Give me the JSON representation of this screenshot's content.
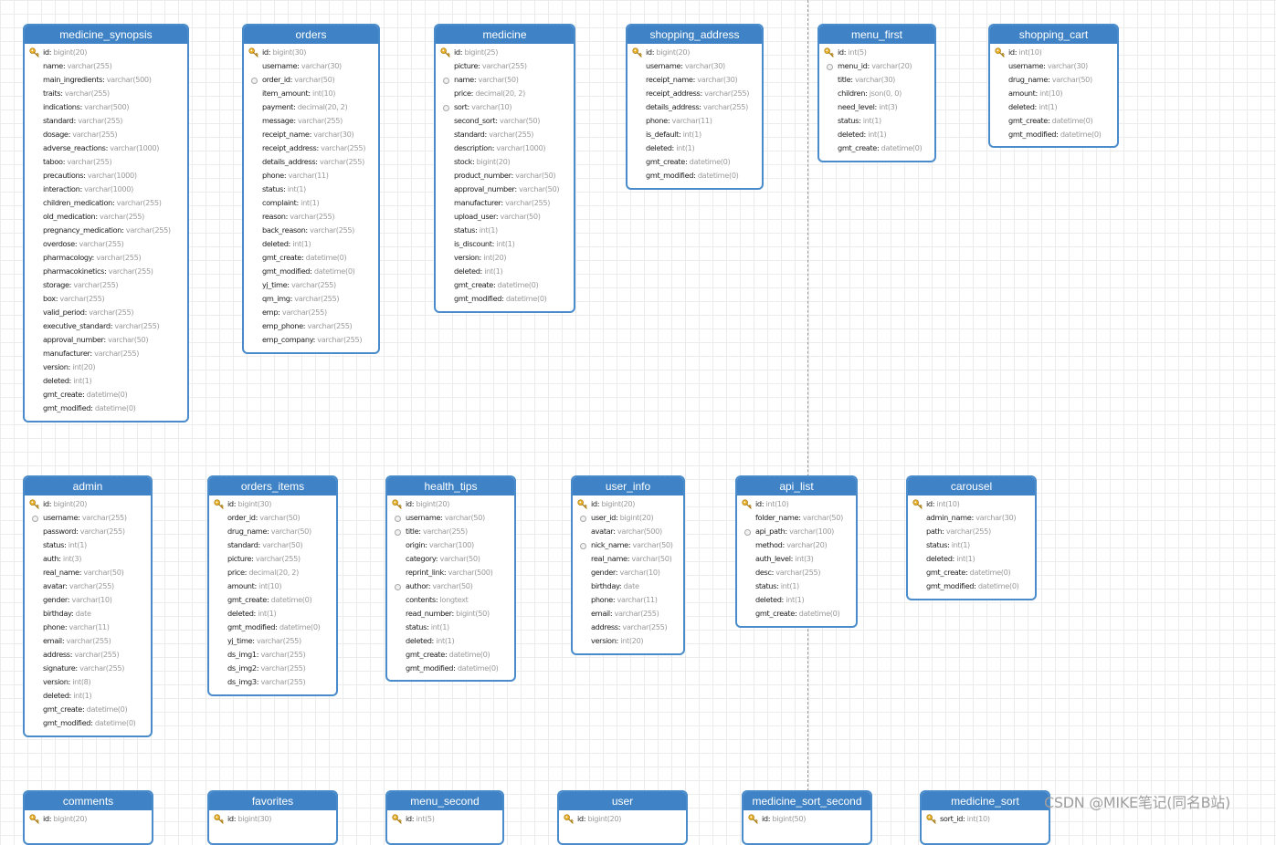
{
  "tables": [
    {
      "name": "medicine_synopsis",
      "columns": [
        {
          "name": "id",
          "type": "bigint(20)",
          "pk": true
        },
        {
          "name": "name",
          "type": "varchar(255)"
        },
        {
          "name": "main_ingredients",
          "type": "varchar(500)"
        },
        {
          "name": "traits",
          "type": "varchar(255)"
        },
        {
          "name": "indications",
          "type": "varchar(500)"
        },
        {
          "name": "standard",
          "type": "varchar(255)"
        },
        {
          "name": "dosage",
          "type": "varchar(255)"
        },
        {
          "name": "adverse_reactions",
          "type": "varchar(1000)"
        },
        {
          "name": "taboo",
          "type": "varchar(255)"
        },
        {
          "name": "precautions",
          "type": "varchar(1000)"
        },
        {
          "name": "interaction",
          "type": "varchar(1000)"
        },
        {
          "name": "children_medication",
          "type": "varchar(255)"
        },
        {
          "name": "old_medication",
          "type": "varchar(255)"
        },
        {
          "name": "pregnancy_medication",
          "type": "varchar(255)"
        },
        {
          "name": "overdose",
          "type": "varchar(255)"
        },
        {
          "name": "pharmacology",
          "type": "varchar(255)"
        },
        {
          "name": "pharmacokinetics",
          "type": "varchar(255)"
        },
        {
          "name": "storage",
          "type": "varchar(255)"
        },
        {
          "name": "box",
          "type": "varchar(255)"
        },
        {
          "name": "valid_period",
          "type": "varchar(255)"
        },
        {
          "name": "executive_standard",
          "type": "varchar(255)"
        },
        {
          "name": "approval_number",
          "type": "varchar(50)"
        },
        {
          "name": "manufacturer",
          "type": "varchar(255)"
        },
        {
          "name": "version",
          "type": "int(20)"
        },
        {
          "name": "deleted",
          "type": "int(1)"
        },
        {
          "name": "gmt_create",
          "type": "datetime(0)"
        },
        {
          "name": "gmt_modified",
          "type": "datetime(0)"
        }
      ]
    },
    {
      "name": "orders",
      "columns": [
        {
          "name": "id",
          "type": "bigint(30)",
          "pk": true
        },
        {
          "name": "username",
          "type": "varchar(30)"
        },
        {
          "name": "order_id",
          "type": "varchar(50)",
          "idx": true
        },
        {
          "name": "item_amount",
          "type": "int(10)"
        },
        {
          "name": "payment",
          "type": "decimal(20, 2)"
        },
        {
          "name": "message",
          "type": "varchar(255)"
        },
        {
          "name": "receipt_name",
          "type": "varchar(30)"
        },
        {
          "name": "receipt_address",
          "type": "varchar(255)"
        },
        {
          "name": "details_address",
          "type": "varchar(255)"
        },
        {
          "name": "phone",
          "type": "varchar(11)"
        },
        {
          "name": "status",
          "type": "int(1)"
        },
        {
          "name": "complaint",
          "type": "int(1)"
        },
        {
          "name": "reason",
          "type": "varchar(255)"
        },
        {
          "name": "back_reason",
          "type": "varchar(255)"
        },
        {
          "name": "deleted",
          "type": "int(1)"
        },
        {
          "name": "gmt_create",
          "type": "datetime(0)"
        },
        {
          "name": "gmt_modified",
          "type": "datetime(0)"
        },
        {
          "name": "yj_time",
          "type": "varchar(255)"
        },
        {
          "name": "qm_img",
          "type": "varchar(255)"
        },
        {
          "name": "emp",
          "type": "varchar(255)"
        },
        {
          "name": "emp_phone",
          "type": "varchar(255)"
        },
        {
          "name": "emp_company",
          "type": "varchar(255)"
        }
      ]
    },
    {
      "name": "medicine",
      "columns": [
        {
          "name": "id",
          "type": "bigint(25)",
          "pk": true
        },
        {
          "name": "picture",
          "type": "varchar(255)"
        },
        {
          "name": "name",
          "type": "varchar(50)",
          "idx": true
        },
        {
          "name": "price",
          "type": "decimal(20, 2)"
        },
        {
          "name": "sort",
          "type": "varchar(10)",
          "idx": true
        },
        {
          "name": "second_sort",
          "type": "varchar(50)"
        },
        {
          "name": "standard",
          "type": "varchar(255)"
        },
        {
          "name": "description",
          "type": "varchar(1000)"
        },
        {
          "name": "stock",
          "type": "bigint(20)"
        },
        {
          "name": "product_number",
          "type": "varchar(50)"
        },
        {
          "name": "approval_number",
          "type": "varchar(50)"
        },
        {
          "name": "manufacturer",
          "type": "varchar(255)"
        },
        {
          "name": "upload_user",
          "type": "varchar(50)"
        },
        {
          "name": "status",
          "type": "int(1)"
        },
        {
          "name": "is_discount",
          "type": "int(1)"
        },
        {
          "name": "version",
          "type": "int(20)"
        },
        {
          "name": "deleted",
          "type": "int(1)"
        },
        {
          "name": "gmt_create",
          "type": "datetime(0)"
        },
        {
          "name": "gmt_modified",
          "type": "datetime(0)"
        }
      ]
    },
    {
      "name": "shopping_address",
      "columns": [
        {
          "name": "id",
          "type": "bigint(20)",
          "pk": true
        },
        {
          "name": "username",
          "type": "varchar(30)"
        },
        {
          "name": "receipt_name",
          "type": "varchar(30)"
        },
        {
          "name": "receipt_address",
          "type": "varchar(255)"
        },
        {
          "name": "details_address",
          "type": "varchar(255)"
        },
        {
          "name": "phone",
          "type": "varchar(11)"
        },
        {
          "name": "is_default",
          "type": "int(1)"
        },
        {
          "name": "deleted",
          "type": "int(1)"
        },
        {
          "name": "gmt_create",
          "type": "datetime(0)"
        },
        {
          "name": "gmt_modified",
          "type": "datetime(0)"
        }
      ]
    },
    {
      "name": "menu_first",
      "columns": [
        {
          "name": "id",
          "type": "int(5)",
          "pk": true
        },
        {
          "name": "menu_id",
          "type": "varchar(20)",
          "idx": true
        },
        {
          "name": "title",
          "type": "varchar(30)"
        },
        {
          "name": "children",
          "type": "json(0, 0)"
        },
        {
          "name": "need_level",
          "type": "int(3)"
        },
        {
          "name": "status",
          "type": "int(1)"
        },
        {
          "name": "deleted",
          "type": "int(1)"
        },
        {
          "name": "gmt_create",
          "type": "datetime(0)"
        }
      ]
    },
    {
      "name": "shopping_cart",
      "columns": [
        {
          "name": "id",
          "type": "int(10)",
          "pk": true
        },
        {
          "name": "username",
          "type": "varchar(30)"
        },
        {
          "name": "drug_name",
          "type": "varchar(50)"
        },
        {
          "name": "amount",
          "type": "int(10)"
        },
        {
          "name": "deleted",
          "type": "int(1)"
        },
        {
          "name": "gmt_create",
          "type": "datetime(0)"
        },
        {
          "name": "gmt_modified",
          "type": "datetime(0)"
        }
      ]
    },
    {
      "name": "admin",
      "columns": [
        {
          "name": "id",
          "type": "bigint(20)",
          "pk": true
        },
        {
          "name": "username",
          "type": "varchar(255)",
          "idx": true
        },
        {
          "name": "password",
          "type": "varchar(255)"
        },
        {
          "name": "status",
          "type": "int(1)"
        },
        {
          "name": "auth",
          "type": "int(3)"
        },
        {
          "name": "real_name",
          "type": "varchar(50)"
        },
        {
          "name": "avatar",
          "type": "varchar(255)"
        },
        {
          "name": "gender",
          "type": "varchar(10)"
        },
        {
          "name": "birthday",
          "type": "date"
        },
        {
          "name": "phone",
          "type": "varchar(11)"
        },
        {
          "name": "email",
          "type": "varchar(255)"
        },
        {
          "name": "address",
          "type": "varchar(255)"
        },
        {
          "name": "signature",
          "type": "varchar(255)"
        },
        {
          "name": "version",
          "type": "int(8)"
        },
        {
          "name": "deleted",
          "type": "int(1)"
        },
        {
          "name": "gmt_create",
          "type": "datetime(0)"
        },
        {
          "name": "gmt_modified",
          "type": "datetime(0)"
        }
      ]
    },
    {
      "name": "orders_items",
      "columns": [
        {
          "name": "id",
          "type": "bigint(30)",
          "pk": true
        },
        {
          "name": "order_id",
          "type": "varchar(50)"
        },
        {
          "name": "drug_name",
          "type": "varchar(50)"
        },
        {
          "name": "standard",
          "type": "varchar(50)"
        },
        {
          "name": "picture",
          "type": "varchar(255)"
        },
        {
          "name": "price",
          "type": "decimal(20, 2)"
        },
        {
          "name": "amount",
          "type": "int(10)"
        },
        {
          "name": "gmt_create",
          "type": "datetime(0)"
        },
        {
          "name": "deleted",
          "type": "int(1)"
        },
        {
          "name": "gmt_modified",
          "type": "datetime(0)"
        },
        {
          "name": "yj_time",
          "type": "varchar(255)"
        },
        {
          "name": "ds_img1",
          "type": "varchar(255)"
        },
        {
          "name": "ds_img2",
          "type": "varchar(255)"
        },
        {
          "name": "ds_img3",
          "type": "varchar(255)"
        }
      ]
    },
    {
      "name": "health_tips",
      "columns": [
        {
          "name": "id",
          "type": "bigint(20)",
          "pk": true
        },
        {
          "name": "username",
          "type": "varchar(50)",
          "idx": true
        },
        {
          "name": "title",
          "type": "varchar(255)",
          "idx": true
        },
        {
          "name": "origin",
          "type": "varchar(100)"
        },
        {
          "name": "category",
          "type": "varchar(50)"
        },
        {
          "name": "reprint_link",
          "type": "varchar(500)"
        },
        {
          "name": "author",
          "type": "varchar(50)",
          "idx": true
        },
        {
          "name": "contents",
          "type": "longtext"
        },
        {
          "name": "read_number",
          "type": "bigint(50)"
        },
        {
          "name": "status",
          "type": "int(1)"
        },
        {
          "name": "deleted",
          "type": "int(1)"
        },
        {
          "name": "gmt_create",
          "type": "datetime(0)"
        },
        {
          "name": "gmt_modified",
          "type": "datetime(0)"
        }
      ]
    },
    {
      "name": "user_info",
      "columns": [
        {
          "name": "id",
          "type": "bigint(20)",
          "pk": true
        },
        {
          "name": "user_id",
          "type": "bigint(20)",
          "idx": true
        },
        {
          "name": "avatar",
          "type": "varchar(500)"
        },
        {
          "name": "nick_name",
          "type": "varchar(50)",
          "idx": true
        },
        {
          "name": "real_name",
          "type": "varchar(50)"
        },
        {
          "name": "gender",
          "type": "varchar(10)"
        },
        {
          "name": "birthday",
          "type": "date"
        },
        {
          "name": "phone",
          "type": "varchar(11)"
        },
        {
          "name": "email",
          "type": "varchar(255)"
        },
        {
          "name": "address",
          "type": "varchar(255)"
        },
        {
          "name": "version",
          "type": "int(20)"
        }
      ]
    },
    {
      "name": "api_list",
      "columns": [
        {
          "name": "id",
          "type": "int(10)",
          "pk": true
        },
        {
          "name": "folder_name",
          "type": "varchar(50)"
        },
        {
          "name": "api_path",
          "type": "varchar(100)",
          "idx": true
        },
        {
          "name": "method",
          "type": "varchar(20)"
        },
        {
          "name": "auth_level",
          "type": "int(3)"
        },
        {
          "name": "desc",
          "type": "varchar(255)"
        },
        {
          "name": "status",
          "type": "int(1)"
        },
        {
          "name": "deleted",
          "type": "int(1)"
        },
        {
          "name": "gmt_create",
          "type": "datetime(0)"
        }
      ]
    },
    {
      "name": "carousel",
      "columns": [
        {
          "name": "id",
          "type": "int(10)",
          "pk": true
        },
        {
          "name": "admin_name",
          "type": "varchar(30)"
        },
        {
          "name": "path",
          "type": "varchar(255)"
        },
        {
          "name": "status",
          "type": "int(1)"
        },
        {
          "name": "deleted",
          "type": "int(1)"
        },
        {
          "name": "gmt_create",
          "type": "datetime(0)"
        },
        {
          "name": "gmt_modified",
          "type": "datetime(0)"
        }
      ]
    },
    {
      "name": "comments",
      "columns": [
        {
          "name": "id",
          "type": "bigint(20)",
          "pk": true
        }
      ]
    },
    {
      "name": "favorites",
      "columns": [
        {
          "name": "id",
          "type": "bigint(30)",
          "pk": true
        }
      ]
    },
    {
      "name": "menu_second",
      "columns": [
        {
          "name": "id",
          "type": "int(5)",
          "pk": true
        }
      ]
    },
    {
      "name": "user",
      "columns": [
        {
          "name": "id",
          "type": "bigint(20)",
          "pk": true
        }
      ]
    },
    {
      "name": "medicine_sort_second",
      "columns": [
        {
          "name": "id",
          "type": "bigint(50)",
          "pk": true
        }
      ]
    },
    {
      "name": "medicine_sort",
      "columns": [
        {
          "name": "sort_id",
          "type": "int(10)",
          "pk": true
        }
      ]
    }
  ],
  "watermark": "CSDN @MIKE笔记(同名B站)",
  "colors": {
    "header": "#3f83c6",
    "border": "#4a8ccb",
    "key": "#e8b22a",
    "type_text": "#9a9a9a",
    "grid": "#ececec"
  }
}
